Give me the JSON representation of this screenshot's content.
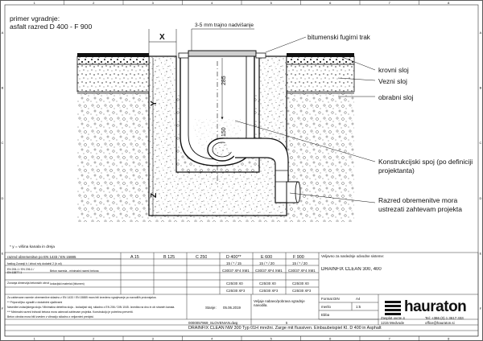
{
  "title": {
    "line1": "primer vgradnje:",
    "line2": "asfalt razred D 400 - F 900"
  },
  "dimensions": {
    "x": "X",
    "y": "Y",
    "z": "Z",
    "overfill": "3-5 mm trajno nadvišanje",
    "d285": "285",
    "d150": "150"
  },
  "labels": {
    "joint": "bitumenski fugirni trak",
    "roof": "krovni sloj",
    "binder": "Vezni sloj",
    "base": "obrabni sloj",
    "constr1": "Konstrukcijski spoj (po definiciji",
    "constr2": "projektanta)",
    "concrete1": "Razred obremenitve mora",
    "concrete2": "ustrezati zahtevam projekta"
  },
  "frame": {
    "cols": [
      "1",
      "2",
      "3",
      "4",
      "5",
      "6",
      "7",
      "8"
    ],
    "rows": [
      "A",
      "B",
      "C",
      "D",
      "E",
      "F"
    ]
  },
  "footnote": "* y = višina kanala in dreja",
  "titleblock": {
    "r1_label": "razred obremenitve po EN 1433 / EN 15885",
    "classes": [
      "A 15",
      "B 125",
      "C 250",
      "D 400**",
      "E 600",
      "F 900"
    ],
    "r2_label": "fastlog Zunanji h / izhod m/y dodatni/ 2 (h vd)",
    "r2_vals": [
      "15 / * / 15",
      "15 / * / 20",
      "15 / * / 20"
    ],
    "r3_label": "EN 206-1 / EN 206-1 /\nEN 13877-1",
    "r3_mid": "Beton razreda - minimalni razred betona",
    "r3_vals": [
      "C30/37 XF4 XM1",
      "C30/37 XF4 XM1",
      "C30/37 XF4 XM1"
    ],
    "r4_label": "Zunanja dimenzija betonskih obrob",
    "r4_mid": "Izolacijski material (bitumen)",
    "r4_vals": [
      "C25/30 X0",
      "C25/30 X0",
      "C25/30 X0"
    ],
    "r5_mid": "",
    "r5_vals": [
      "C25/30 XF3",
      "C25/30 XF3",
      "C25/30 XF3"
    ],
    "product_hdr": "Veljavno za naslednje odvodne sisteme:",
    "product": "DRAINFIX CLEAN 300, 400",
    "note1": "Za zahtevane razrede obremenitve skladno z EN 1433 / EN 15885 mora biti izvedeno vgrajevanje po navodilih proizvajalca.",
    "note2": "** Priporočljivo vgraditi z dodatnimi ojačitvami",
    "note3": "Navedbe izolacijskega sloja / Minimalna debelina sloja - Izolacijski sloj, skladno z EN 206 / DIN 1045. Izvedba na dnu in ob straneh kanala.",
    "note4": "*** Minimalni razred trdnosti betona mora ustrezati zahtevam projekta. Konstrukcijo je potrebno preveriti.",
    "note5": "Beton obroba mora biti izveden z vibracijo skladno z veljavnimi predpisi.",
    "state_label": "Stanje:",
    "date": "05.06.2019",
    "validity": "Veljaje nabavo/pobrava vgradnje navodila.",
    "file": "0000057969_SLOVENIAN.dwg",
    "page": "5",
    "format_label": "Format DIN",
    "format": "A4",
    "scale_label": "merilo",
    "scale": "1:5",
    "edition": "Ebba",
    "brand": "hauraton",
    "address1": "Zasplot ovcte 4",
    "address2": "1215 Medvode",
    "phone": "Tel: +386 (0) 1 3617 333",
    "email": "office@hauraton.si",
    "bottom": "DRAINFIX CLEAN NW 300 Typ 01H mrežni. Zarge mit flussiven. Einbaubeispiel Kl. D 400 in Asphalt"
  }
}
